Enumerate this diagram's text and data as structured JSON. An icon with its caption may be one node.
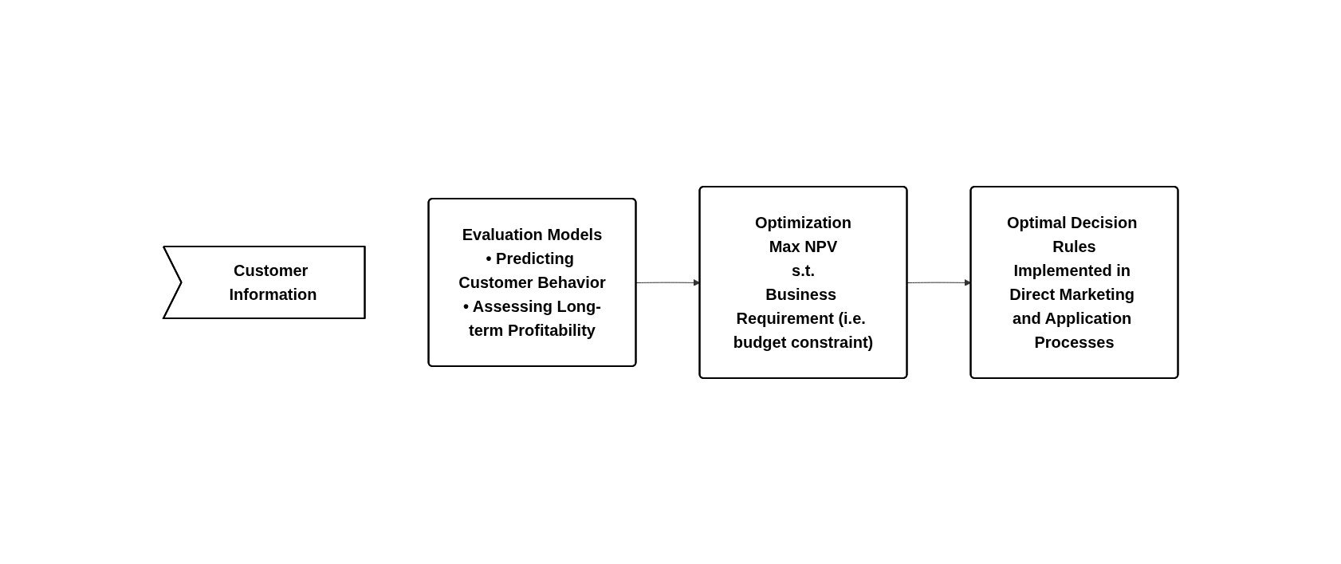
{
  "diagram": {
    "nodes": [
      {
        "text": [
          "Customer Information"
        ]
      },
      {
        "text": [
          "Evaluation Models",
          "• Predicting Customer Behavior",
          "• Assessing Long-term Profitability"
        ]
      },
      {
        "text": [
          "Optimization",
          "Max NPV",
          "s.t.",
          "Business Requirement (i.e. budget constraint)"
        ]
      },
      {
        "text": [
          "Optimal Decision Rules",
          "Implemented in Direct Marketing and Application Processes"
        ]
      }
    ],
    "edges": [
      {
        "from": 1,
        "to": 2,
        "arrow": "to"
      },
      {
        "from": 2,
        "to": 3,
        "arrow": "to"
      }
    ]
  }
}
